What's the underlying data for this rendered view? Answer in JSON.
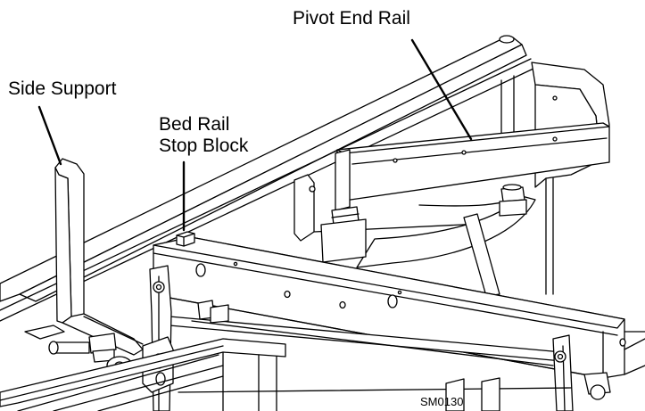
{
  "labels": {
    "pivot_end_rail": "Pivot End Rail",
    "side_support": "Side Support",
    "bed_rail_stop_block": [
      "Bed Rail",
      "Stop Block"
    ],
    "drawing_number": "SM0130"
  },
  "colors": {
    "ink": "#000000",
    "paper": "#ffffff",
    "metal_fill": "#ffffff",
    "shadow": "#2a2a2a"
  }
}
